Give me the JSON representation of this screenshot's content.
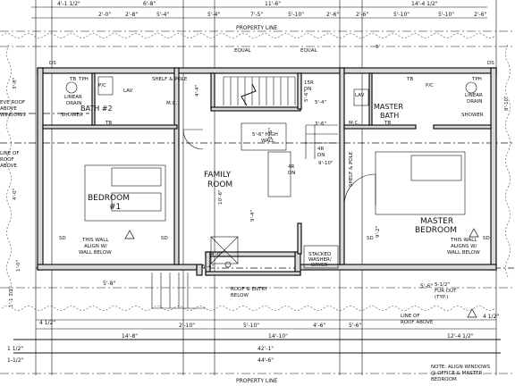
{
  "dims_top": {
    "d1": "4'-1 1/2\"",
    "d2": "6'-8\"",
    "d3": "11'-6\"",
    "d4": "14'-4 1/2\"",
    "s1": "2'-0\"",
    "s2": "2'-8\"",
    "s3": "5'-4\"",
    "s4": "5'-4\"",
    "s5": "7'-5\"",
    "s6": "5'-10\"",
    "s7": "2'-6\"",
    "s8": "2'-6\"",
    "s9": "5'-10\"",
    "s10": "5'-10\"",
    "s11": "2'-6\""
  },
  "property_line_top": "PROPERTY LINE",
  "equal_1": "EQUAL",
  "equal_2": "EQUAL",
  "dims_bottom": {
    "b1": "14'-8\"",
    "b2": "14'-10\"",
    "b3": "12'-4 1/2\"",
    "overall_1": "42'-1\"",
    "overall_2": "44'-6\"",
    "r1": "5'-8\"",
    "r2": "2'-10\"",
    "r3": "5'-10\"",
    "r4": "4'-6\"",
    "r5": "5'-6\"",
    "r6": "5'-6\"",
    "edge_l1": "4 1/2\"",
    "edge_l2": "1 1/2\"",
    "edge_l3": "1-1/2\"",
    "edge_r1": "4 1/2\""
  },
  "property_line_bottom": "PROPERTY LINE",
  "rooms": {
    "bath2": "BATH #2",
    "master_bath_1": "MASTER",
    "master_bath_2": "BATH",
    "bedroom_1": "BEDROOM",
    "bedroom_2": "#1",
    "family_1": "FAMILY",
    "family_2": "ROOM",
    "master_bed_1": "MASTER",
    "master_bed_2": "BEDROOM"
  },
  "notes": {
    "shelf_pole": "SHELF & POLE",
    "shelf_pole_v": "SHELF & POLE",
    "mc_left": "M.C.",
    "mc_right": "M.C.",
    "linear_drain_l1": "LINEAR",
    "linear_drain_l2": "DRAIN",
    "linear_drain_r1": "LINEAR",
    "linear_drain_r2": "DRAIN",
    "shower_l": "SHOWER",
    "shower_r": "SHOWER",
    "tb_l": "TB",
    "tb_r": "TB",
    "tb_r2": "TB",
    "tb_bath": "TB",
    "tph_l": "TPH",
    "tph_r": "TPH",
    "pc_l": "P/C",
    "pc_r": "P/C",
    "lav_l": "LAV",
    "lav_r": "LAV",
    "ds": "DS",
    "ds_r": "DS",
    "eve_1": "EVE ROOF",
    "eve_2": "ABOVE",
    "eve_3": "WINDOWS",
    "line_roof_l1": "LINE OF",
    "line_roof_l2": "ROOF",
    "line_roof_l3": "ABOVE",
    "high_wall_1": "5'-6\" HIGH",
    "high_wall_2": "WALL",
    "up_15r": "15R",
    "up_dn": "DN",
    "r4_1": "4R",
    "r4_2": "DN",
    "r4b_1": "4R",
    "r4b_2": "DN",
    "stacked_1": "STACKED",
    "stacked_2": "WASHER/",
    "stacked_3": "DRYER",
    "align_l1": "THIS WALL",
    "align_l2": "ALIGN W/",
    "align_l3": "WALL BELOW",
    "align_r1": "THIS WALL",
    "align_r2": "ALIGNS W/",
    "align_r3": "WALL BELOW",
    "sd_l": "SD",
    "sd_l2": "SD",
    "sd_r": "SD",
    "sd_r2": "SD",
    "roof_entry_1": "ROOF & ENTRY",
    "roof_entry_2": "BELOW",
    "fur_out_1": "5-1/2\"",
    "fur_out_2": "FUR OUT",
    "fur_out_3": "(TYP.)",
    "line_roof_b1": "LINE OF",
    "line_roof_b2": "ROOF ABOVE",
    "note_1": "NOTE: ALIGN WINDOWS",
    "note_2": "@ OFFICE & MASTER",
    "note_3": "BEDROOM",
    "vd_1": "10'-6\"",
    "vd_2": "9'-4\"",
    "vd_3": "4'-4\"",
    "vd_4": "8'-10\"",
    "vd_5": "4'-0\"",
    "vd_6": "9'-2\"",
    "vd_7": "5'-4\"",
    "vd_8": "9'-10\"",
    "vd_9": "3'-6\"",
    "vd_10": "5'-6\"",
    "vd_11": "3'-8\"",
    "vd_12": "1'-1 1/2\"",
    "vd_13": "1'-0\"",
    "vd_14": "5'",
    "vd_15": "4'-0\"",
    "vd_16": "2'-6\"",
    "vd_17": "5'-4\""
  }
}
